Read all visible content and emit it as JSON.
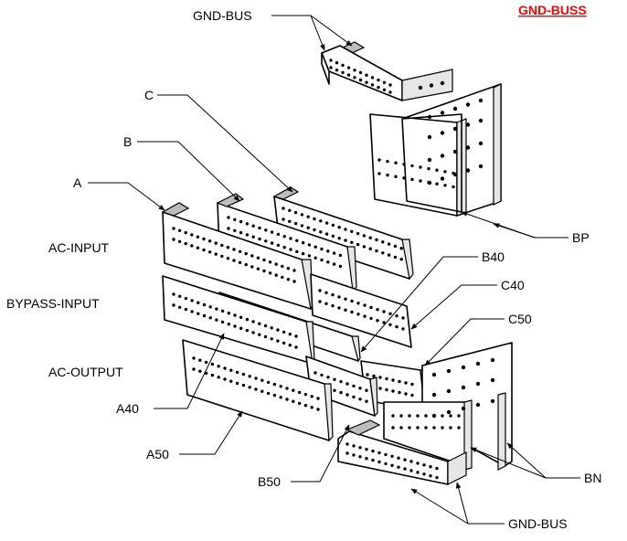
{
  "header": {
    "title": "GND-BUSS"
  },
  "labels": {
    "gnd_bus_top": "GND-BUS",
    "c": "C",
    "b": "B",
    "a": "A",
    "bp": "BP",
    "ac_input": "AC-INPUT",
    "b40": "B40",
    "c40": "C40",
    "bypass_input": "BYPASS-INPUT",
    "c50": "C50",
    "ac_output": "AC-OUTPUT",
    "a40": "A40",
    "a50": "A50",
    "bn": "BN",
    "b50": "B50",
    "gnd_bus_bottom": "GND-BUS"
  },
  "colors": {
    "header": "#ff0000",
    "line": "#000000"
  }
}
